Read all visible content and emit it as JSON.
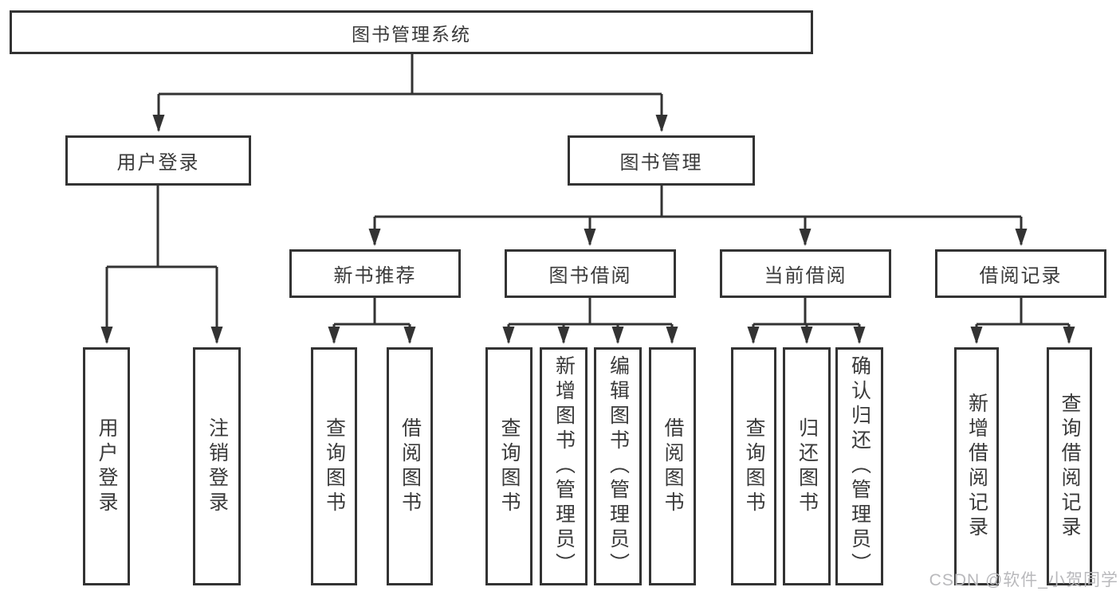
{
  "diagram": {
    "root": "图书管理系统",
    "level2": {
      "login": "用户登录",
      "management": "图书管理"
    },
    "modules": [
      "新书推荐",
      "图书借阅",
      "当前借阅",
      "借阅记录"
    ],
    "login_children": [
      "用户登录",
      "注销登录"
    ],
    "recommend_children": [
      "查询图书",
      "借阅图书"
    ],
    "borrow_children": [
      "查询图书",
      "新增图书（管理员）",
      "编辑图书（管理员）",
      "借阅图书"
    ],
    "current_children": [
      "查询图书",
      "归还图书",
      "确认归还（管理员）"
    ],
    "record_children": [
      "新增借阅记录",
      "查询借阅记录"
    ],
    "colors": {
      "line": "#333333",
      "box_border": "#333333",
      "box_fill": "#ffffff",
      "text": "#3a3a3a",
      "watermark": "#b9b9bc"
    }
  },
  "watermark": "CSDN @软件_小贺同学"
}
